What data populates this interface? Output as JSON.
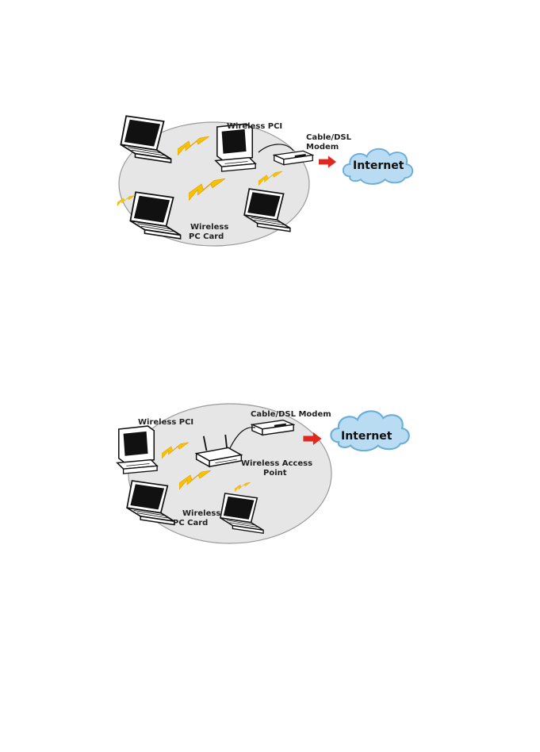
{
  "diagram_1": {
    "wireless_pci_label": "Wireless PCI",
    "modem_label_line1": "Cable/DSL",
    "modem_label_line2": "Modem",
    "internet_label": "Internet",
    "pc_card_label_line1": "Wireless",
    "pc_card_label_line2": "PC Card"
  },
  "diagram_2": {
    "wireless_pci_label": "Wireless PCI",
    "modem_label": "Cable/DSL Modem",
    "internet_label": "Internet",
    "access_point_label_line1": "Wireless Access",
    "access_point_label_line2": "Point",
    "pc_card_label_line1": "Wireless",
    "pc_card_label_line2": "PC Card"
  },
  "colors": {
    "cloud_fill": "#b9dcf3",
    "cloud_stroke": "#6aaed9",
    "ellipse_fill": "#e6e6e6",
    "lightning": "#f5c400",
    "arrow": "#e0281e"
  }
}
